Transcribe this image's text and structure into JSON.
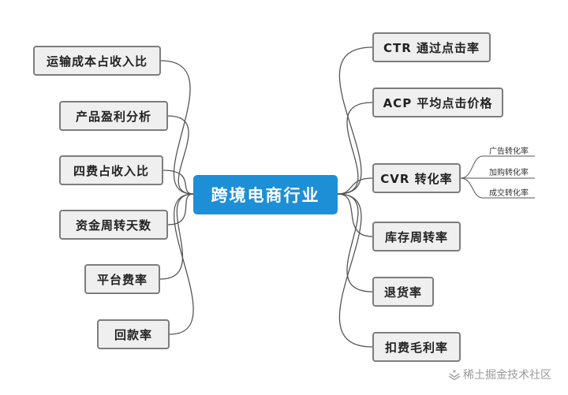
{
  "central": "跨境电商行业",
  "left_nodes": [
    "运输成本占收入比",
    "产品盈利分析",
    "四费占收入比",
    "资金周转天数",
    "平台费率",
    "回款率"
  ],
  "right_nodes": [
    "CTR 通过点击率",
    "ACP 平均点击价格",
    "CVR 转化率",
    "库存周转率",
    "退货率",
    "扣费毛利率"
  ],
  "cvr_children": [
    "广告转化率",
    "加购转化率",
    "成交转化率"
  ],
  "watermark": "稀土掘金技术社区",
  "colors": {
    "center_bg": "#1d8fd6",
    "node_bg": "#efefef",
    "node_border": "#7d7d7d",
    "link": "#555555"
  }
}
